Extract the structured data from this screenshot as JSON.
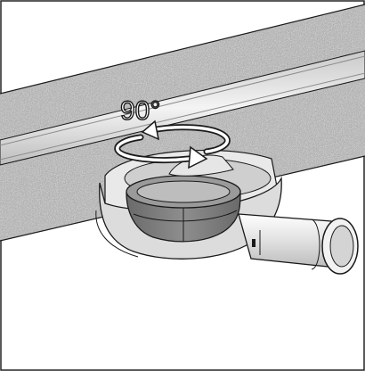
{
  "figure": {
    "rotation_label": "90°",
    "parts": [
      "drain-channel",
      "drain-body",
      "outlet-pipe",
      "odour-trap-insert",
      "rotation-arrow"
    ]
  },
  "colors": {
    "ink": "#1a1a1a",
    "granite_base": "#b4b4b4",
    "metal_light": "#f0f0f0",
    "metal_mid": "#bdbdbd",
    "body_fill": "#dcdcdc",
    "trap_fill": "#7c7c7c",
    "frame": "#222222"
  }
}
